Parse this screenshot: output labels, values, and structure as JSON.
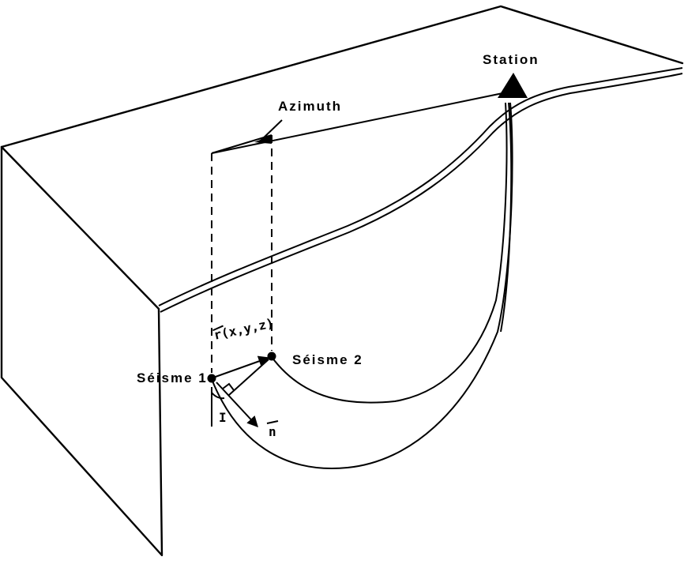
{
  "labels": {
    "station": "Station",
    "azimuth": "Azimuth",
    "event1": "Séisme 1",
    "event2": "Séisme 2",
    "vector_r": "r(x,y,z)",
    "incidence": "I",
    "normal": "n"
  }
}
